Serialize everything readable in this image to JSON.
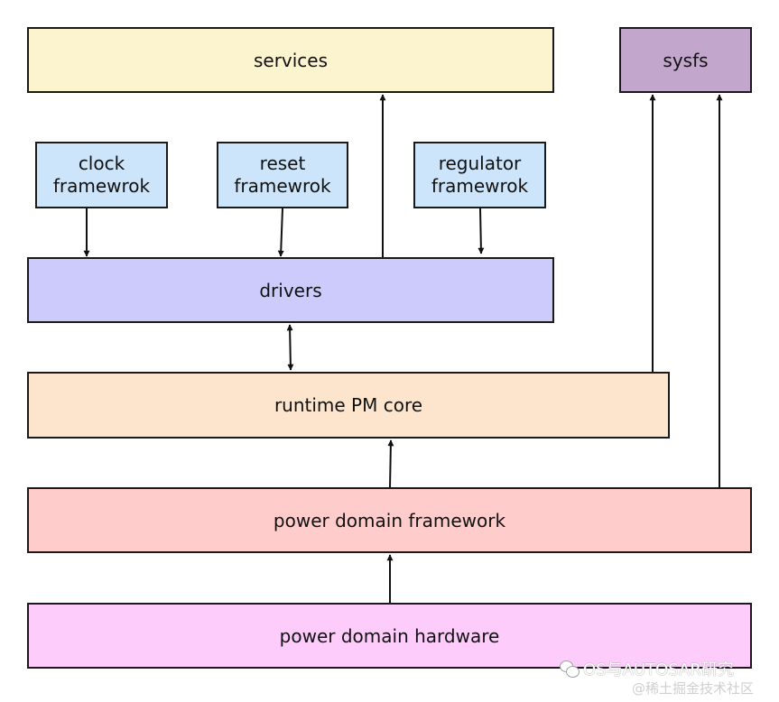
{
  "boxes": {
    "services": {
      "label": "services",
      "color": "#fcf3cf"
    },
    "sysfs": {
      "label": "sysfs",
      "color": "#c3a6cc"
    },
    "clock": {
      "line1": "clock",
      "line2": "framewrok",
      "color": "#cce5fb"
    },
    "reset": {
      "line1": "reset",
      "line2": "framewrok",
      "color": "#cce5fb"
    },
    "regulator": {
      "line1": "regulator",
      "line2": "framewrok",
      "color": "#cce5fb"
    },
    "drivers": {
      "label": "drivers",
      "color": "#cccbfb"
    },
    "runtime": {
      "label": "runtime PM core",
      "color": "#fce5cc"
    },
    "pd_framework": {
      "label": "power domain framework",
      "color": "#fdcccb"
    },
    "pd_hardware": {
      "label": "power domain hardware",
      "color": "#fdccfb"
    }
  },
  "watermark": {
    "line1": "OS与AUTOSAR研究",
    "line2": "@稀土掘金技术社区",
    "icon": "wechat-icon"
  }
}
